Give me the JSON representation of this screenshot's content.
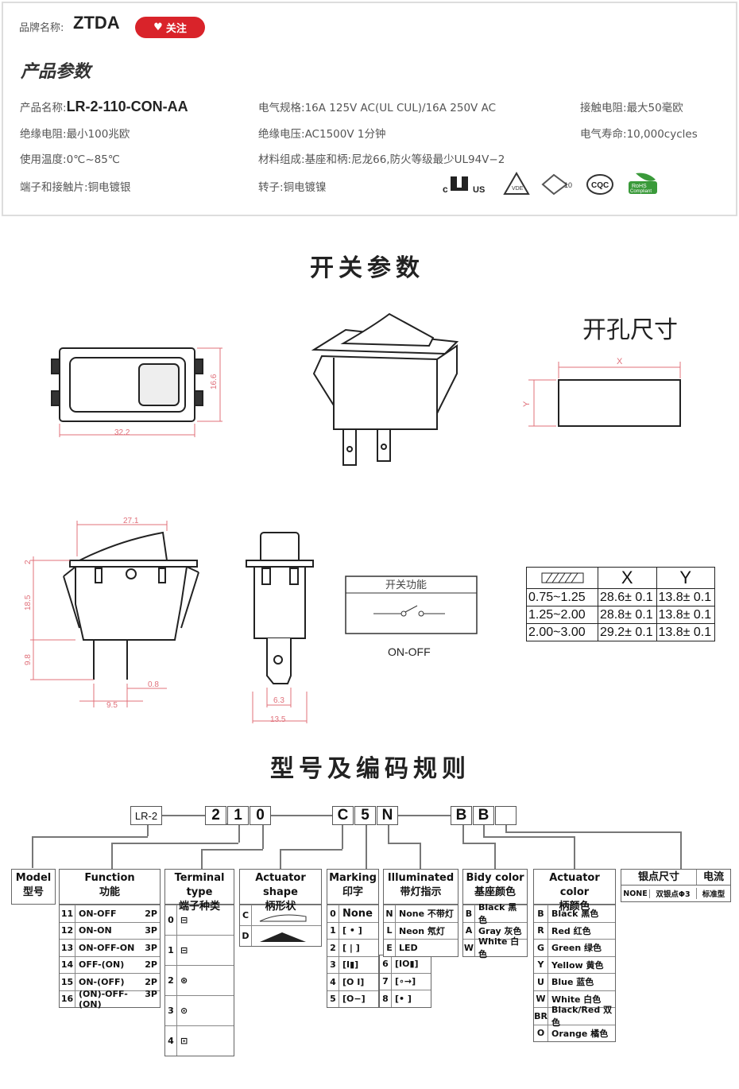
{
  "header": {
    "brand_label": "品牌名称:",
    "brand": "ZTDA",
    "follow": "关注",
    "params_title": "产品参数",
    "params": [
      {
        "label": "产品名称:",
        "value": "LR-2-110-CON-AA"
      },
      {
        "label": "电气规格:",
        "value": "16A  125V  AC(UL CUL)/16A 250V  AC"
      },
      {
        "label": "接触电阻:",
        "value": "最大50毫欧"
      },
      {
        "label": "绝缘电阻:",
        "value": "最小100兆欧"
      },
      {
        "label": "绝缘电压:",
        "value": "AC1500V 1分钟"
      },
      {
        "label": "电气寿命:",
        "value": "10,000cycles"
      },
      {
        "label": "使用温度:",
        "value": "0℃~85℃"
      },
      {
        "label": "材料组成:",
        "value": "基座和柄:尼龙66,防火等级最少UL94V−2"
      },
      {
        "label": "端子和接触片:",
        "value": "铜电镀银"
      },
      {
        "label": "转子:",
        "value": "铜电镀镍"
      }
    ],
    "certs": [
      "cRUus",
      "VDE",
      "10",
      "CQC",
      "RoHS"
    ]
  },
  "switch_params": {
    "title": "开关参数",
    "hole_title": "开孔尺寸",
    "dims": {
      "w1": "32.2",
      "h1": "16.6",
      "x": "X",
      "y": "Y",
      "w2": "27.1",
      "d2": "2",
      "d18": "18.5",
      "d98": "9.8",
      "d08": "0.8",
      "d95": "9.5",
      "d63": "6.3",
      "d135": "13.5"
    },
    "function_title": "开关功能",
    "function_value": "ON-OFF",
    "hole_table": {
      "headers": [
        "X",
        "Y"
      ],
      "rows": [
        [
          "0.75~1.25",
          "28.6± 0.1",
          "13.8± 0.1"
        ],
        [
          "1.25~2.00",
          "28.8± 0.1",
          "13.8± 0.1"
        ],
        [
          "2.00~3.00",
          "29.2± 0.1",
          "13.8± 0.1"
        ]
      ]
    }
  },
  "coding": {
    "title": "型号及编码规则",
    "prefix": "LR-2",
    "codes": [
      "2",
      "1",
      "0",
      "C",
      "5",
      "N",
      "B",
      "B",
      ""
    ],
    "groups": {
      "model": {
        "en": "Model",
        "cn": "型号"
      },
      "function": {
        "en": "Function",
        "cn": "功能",
        "rows": [
          [
            "11",
            "ON-OFF",
            "2P"
          ],
          [
            "12",
            "ON-ON",
            "3P"
          ],
          [
            "13",
            "ON-OFF-ON",
            "3P"
          ],
          [
            "14",
            "OFF-(ON)",
            "2P"
          ],
          [
            "15",
            "ON-(OFF)",
            "2P"
          ],
          [
            "16",
            "(ON)-OFF-(ON)",
            "3P"
          ]
        ]
      },
      "terminal": {
        "en": "Terminal type",
        "cn": "端子种类",
        "rows": [
          "0",
          "1",
          "2",
          "3",
          "4"
        ]
      },
      "actuator": {
        "en": "Actuator shape",
        "cn": "柄形状",
        "rows": [
          "C",
          "D"
        ]
      },
      "marking": {
        "en": "Marking",
        "cn": "印字",
        "rows": [
          [
            "0",
            "None"
          ],
          [
            "1",
            ""
          ],
          [
            "2",
            ""
          ],
          [
            "3",
            ""
          ],
          [
            "4",
            ""
          ],
          [
            "5",
            ""
          ]
        ],
        "rows2": [
          "6",
          "7",
          "8"
        ]
      },
      "illuminated": {
        "en": "Illuminated",
        "cn": "带灯指示",
        "rows": [
          [
            "N",
            "None 不带灯"
          ],
          [
            "L",
            "Neon 氖灯"
          ],
          [
            "E",
            "LED"
          ]
        ]
      },
      "body_color": {
        "en": "Bidy color",
        "cn": "基座颜色",
        "rows": [
          [
            "B",
            "Black 黑色"
          ],
          [
            "A",
            "Gray 灰色"
          ],
          [
            "W",
            "White 白色"
          ]
        ]
      },
      "actuator_color": {
        "en": "Actuator color",
        "cn": "柄颜色",
        "rows": [
          [
            "B",
            "Black 黑色"
          ],
          [
            "R",
            "Red 红色"
          ],
          [
            "G",
            "Green 绿色"
          ],
          [
            "Y",
            "Yellow 黄色"
          ],
          [
            "U",
            "Blue 蓝色"
          ],
          [
            "W",
            "White 白色"
          ],
          [
            "BR",
            "Black/Red 双色"
          ],
          [
            "O",
            "Orange 橘色"
          ]
        ]
      },
      "silver": {
        "h1": "银点尺寸",
        "h2": "电流",
        "c1": "NONE",
        "c2": "双银点Φ3",
        "c3": "标准型"
      }
    }
  },
  "colors": {
    "accent": "#d9232a",
    "dim": "#e0707a"
  }
}
